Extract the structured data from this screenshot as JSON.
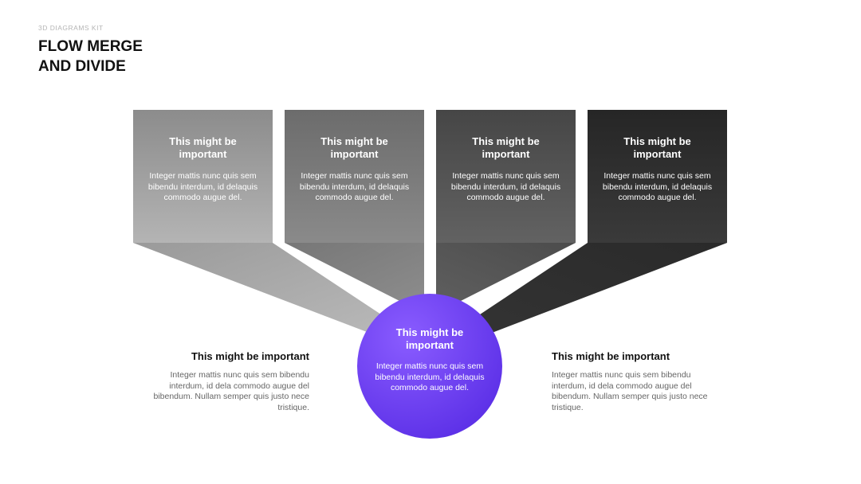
{
  "header": {
    "kit_label": "3D DIAGRAMS KIT",
    "title_line1": "FLOW MERGE",
    "title_line2": "AND DIVIDE"
  },
  "boxes": [
    {
      "title": "This might be important",
      "body": "Integer mattis nunc quis sem bibendu interdum, id delaquis commodo augue del."
    },
    {
      "title": "This might be important",
      "body": "Integer mattis nunc quis sem bibendu interdum, id delaquis commodo augue del."
    },
    {
      "title": "This might be important",
      "body": "Integer mattis nunc quis sem bibendu interdum, id delaquis commodo augue del."
    },
    {
      "title": "This might be important",
      "body": "Integer mattis nunc quis sem bibendu interdum, id delaquis commodo augue del."
    }
  ],
  "circle": {
    "title": "This might be important",
    "body": "Integer mattis nunc quis sem bibendu interdum, id delaquis commodo augue del."
  },
  "left_note": {
    "title": "This might be important",
    "body": "Integer mattis nunc quis sem bibendu interdum, id dela commodo augue del bibendum. Nullam semper quis justo nece tristique."
  },
  "right_note": {
    "title": "This might be important",
    "body": "Integer mattis nunc quis sem bibendu interdum, id dela commodo augue del bibendum. Nullam semper quis justo nece tristique."
  },
  "colors": {
    "box1_top": "#8c8c8c",
    "box1_bottom": "#b4b4b4",
    "box2_top": "#6c6c6c",
    "box2_bottom": "#8a8a8a",
    "box3_top": "#464646",
    "box3_bottom": "#626262",
    "box4_top": "#262626",
    "box4_bottom": "#3a3a3a",
    "circle_light": "#8a5cff",
    "circle_dark": "#5a2ee6"
  }
}
